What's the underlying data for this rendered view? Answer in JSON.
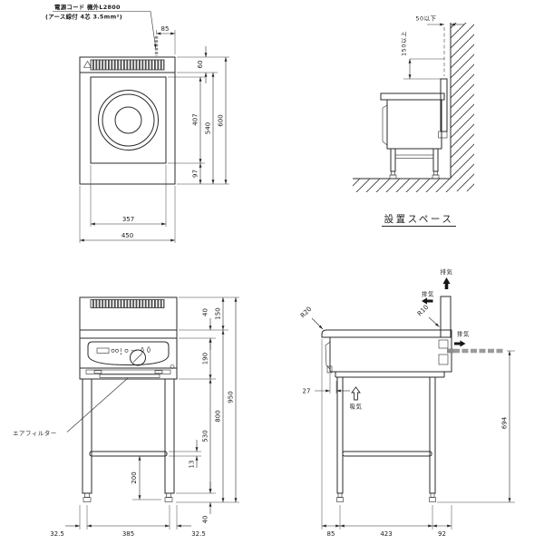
{
  "meta": {
    "line_color": "#2a2a2a",
    "cord_color": "#9a9a9a"
  },
  "plan": {
    "note_line1": "電源コード 機外L2800",
    "note_line2": "(アース線付 4芯 3.5mm²)",
    "dim_cord": "85",
    "dim_band": "60",
    "dim_plate": "407",
    "dim_inner": "540",
    "dim_depth": "600",
    "dim_back": "97",
    "dim_plate_w": "357",
    "dim_width": "450"
  },
  "install": {
    "gap_wall": "50以下",
    "clearance_top": "150以上",
    "caption": "設置スペース"
  },
  "front": {
    "dim_vent": "40",
    "dim_top": "150",
    "dim_panel": "190",
    "dim_total_h": "950",
    "dim_stand_h": "800",
    "dim_leg": "530",
    "dim_shelf_t": "13",
    "dim_shelf_floor": "200",
    "dim_foot": "40",
    "dim_side_l": "32.5",
    "dim_leg_span": "385",
    "dim_side_r": "32.5",
    "air_filter": "エアフィルター"
  },
  "side": {
    "r_front": "R20",
    "r_back": "R10",
    "exhaust": "排気",
    "intake": "吸気",
    "dim_panel_gap": "27",
    "dim_cord_h": "694",
    "dim_front": "85",
    "dim_leg_span": "423",
    "dim_back": "92"
  }
}
